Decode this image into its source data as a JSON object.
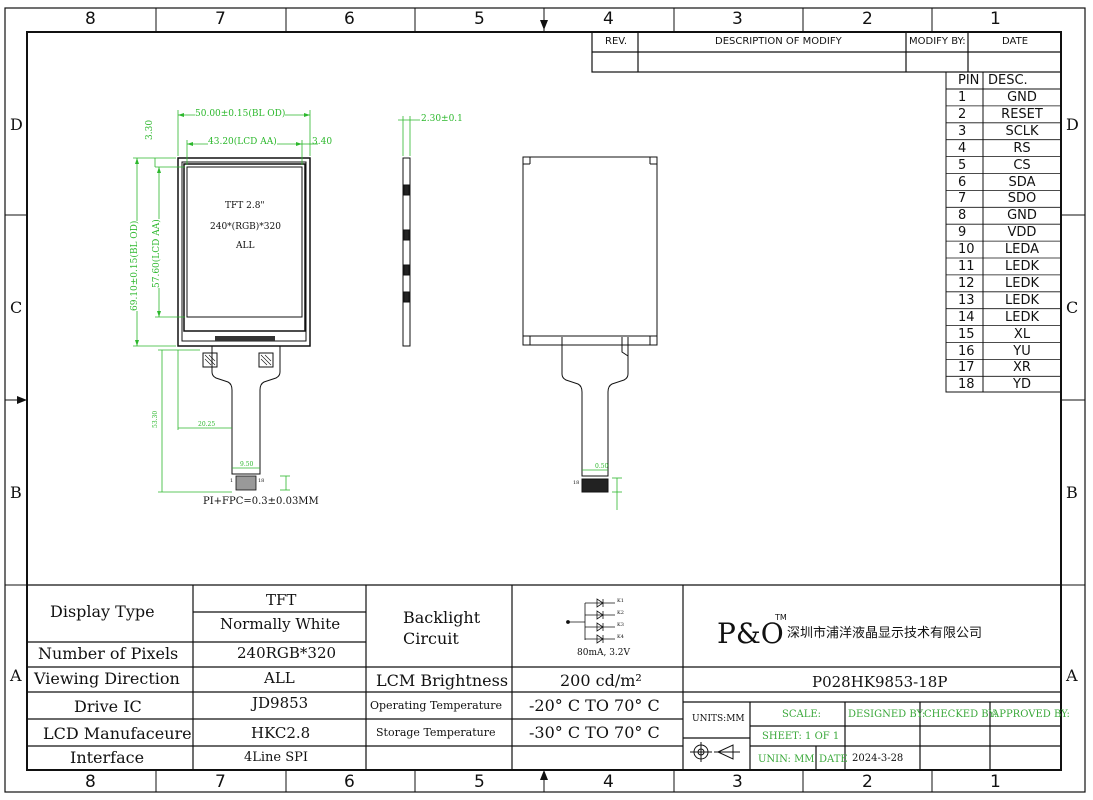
{
  "border_grid": {
    "columns": [
      "8",
      "7",
      "6",
      "5",
      "4",
      "3",
      "2",
      "1"
    ],
    "rows": [
      "D",
      "C",
      "B",
      "A"
    ]
  },
  "revision_table": {
    "headers": [
      "REV.",
      "DESCRIPTION OF MODIFY",
      "MODIFY BY:",
      "DATE"
    ]
  },
  "pin_table": {
    "header_pin": "PIN",
    "header_desc": "DESC.",
    "rows": [
      {
        "pin": "1",
        "desc": "GND"
      },
      {
        "pin": "2",
        "desc": "RESET"
      },
      {
        "pin": "3",
        "desc": "SCLK"
      },
      {
        "pin": "4",
        "desc": "RS"
      },
      {
        "pin": "5",
        "desc": "CS"
      },
      {
        "pin": "6",
        "desc": "SDA"
      },
      {
        "pin": "7",
        "desc": "SDO"
      },
      {
        "pin": "8",
        "desc": "GND"
      },
      {
        "pin": "9",
        "desc": "VDD"
      },
      {
        "pin": "10",
        "desc": "LEDA"
      },
      {
        "pin": "11",
        "desc": "LEDK"
      },
      {
        "pin": "12",
        "desc": "LEDK"
      },
      {
        "pin": "13",
        "desc": "LEDK"
      },
      {
        "pin": "14",
        "desc": "LEDK"
      },
      {
        "pin": "15",
        "desc": "XL"
      },
      {
        "pin": "16",
        "desc": "YU"
      },
      {
        "pin": "17",
        "desc": "XR"
      },
      {
        "pin": "18",
        "desc": "YD"
      }
    ]
  },
  "front_view": {
    "screen_line1": "TFT 2.8\"",
    "screen_line2": "240*(RGB)*320",
    "screen_line3": "ALL",
    "dim_bl_width": "50.00±0.15(BL OD)",
    "dim_lcd_width": "43.20(LCD AA)",
    "dim_right_margin": "3.40",
    "dim_top_margin": "3.30",
    "dim_bl_height": "69.10±0.15(BL OD)",
    "dim_lcd_height": "57.60(LCD AA)",
    "dim_fpc_length": "53.30",
    "dim_fpc_offset": "20.25",
    "dim_fpc_width": "9.50",
    "pin_first": "1",
    "pin_last": "18",
    "note": "PI+FPC=0.3±0.03MM"
  },
  "side_view": {
    "dim_thickness": "2.30±0.1"
  },
  "back_view": {
    "dim_pitch": "0.50",
    "pin_label": "18"
  },
  "spec_table": {
    "rows": [
      {
        "label": "Display Type",
        "value": "TFT"
      },
      {
        "label": "",
        "value": "Normally White"
      },
      {
        "label": "Number of Pixels",
        "value": "240RGB*320"
      },
      {
        "label": "Viewing Direction",
        "value": "ALL"
      },
      {
        "label": "Drive IC",
        "value": "JD9853"
      },
      {
        "label": "LCD Manufaceure",
        "value": "HKC2.8"
      },
      {
        "label": "Interface",
        "value": "4Line SPI"
      }
    ]
  },
  "backlight": {
    "label_line1": "Backlight",
    "label_line2": "Circuit",
    "led_labels": [
      "K1",
      "K2",
      "K3",
      "K4"
    ],
    "rating": "80mA, 3.2V"
  },
  "brightness": {
    "label": "LCM Brightness",
    "value": "200 cd/m²"
  },
  "operating_temp": {
    "label": "Operating Temperature",
    "value": "-20° C TO 70° C"
  },
  "storage_temp": {
    "label": "Storage Temperature",
    "value": "-30° C TO 70° C"
  },
  "title_block": {
    "logo": "P&O",
    "trademark": "TM",
    "company": "深圳市浦洋液晶显示技术有限公司",
    "part_number": "P028HK9853-18P",
    "units": "UNITS:MM",
    "scale": "SCALE:",
    "designed_by": "DESIGNED BY:",
    "checked_by": "CHECKED BY:",
    "approved_by": "APPROVED BY:",
    "sheet": "SHEET: 1 OF 1",
    "unin": "UNIN: MM",
    "date_label": "DATE",
    "date_value": "2024-3-28"
  },
  "colors": {
    "dimension": "#2db82d",
    "line": "#111111"
  }
}
